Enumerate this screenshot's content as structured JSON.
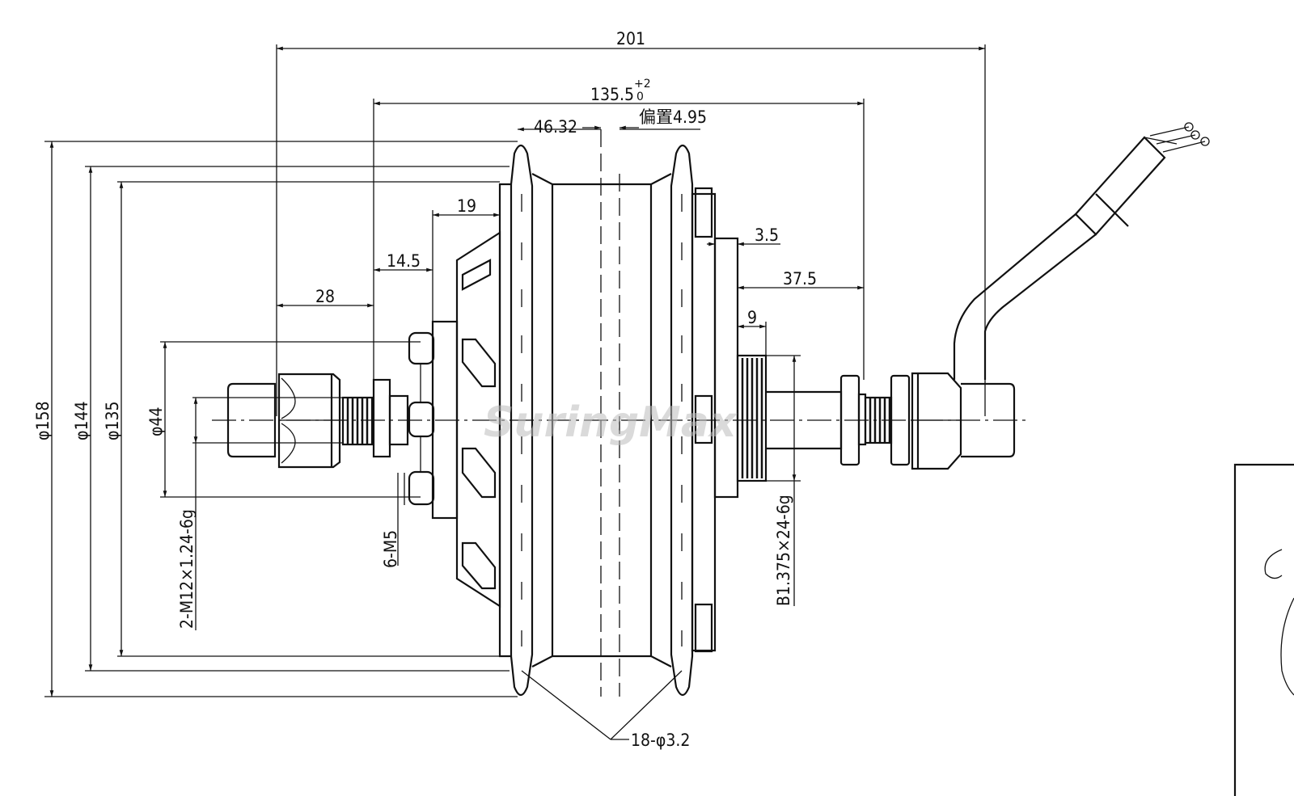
{
  "watermark": "SuringMax",
  "dimensions": {
    "overall_length": "201",
    "dropout_width": "135.5",
    "dropout_tol_upper": "+2",
    "dropout_tol_lower": "0",
    "offset_left": "46.32",
    "offset_right": "偏置4.95",
    "flange_step": "19",
    "left_inner": "14.5",
    "left_axle": "28",
    "right_small": "3.5",
    "right_axle": "37.5",
    "right_thread_width": "9"
  },
  "diameters": {
    "d158": "φ158",
    "d144": "φ144",
    "d135": "φ135",
    "d44": "φ44"
  },
  "callouts": {
    "axle_thread": "2-M12×1.24-6g",
    "bolts": "6-M5",
    "freewheel_thread": "B1.375×24-6g",
    "spoke_holes": "18-φ3.2"
  }
}
